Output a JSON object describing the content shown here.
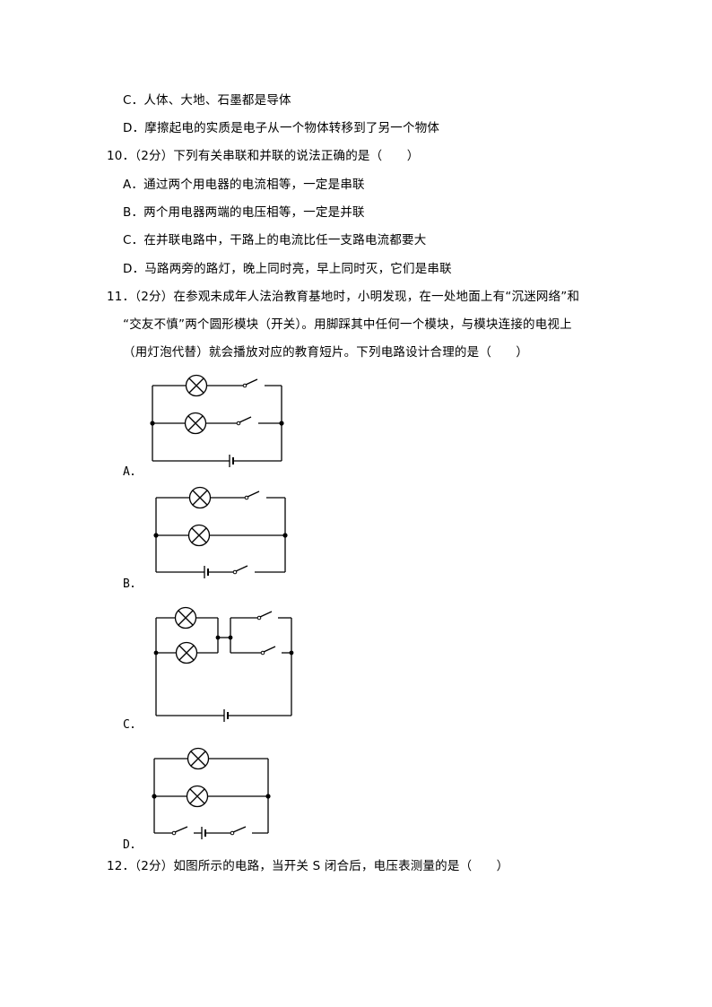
{
  "q9": {
    "options": [
      {
        "key": "C",
        "text": "C．人体、大地、石墨都是导体"
      },
      {
        "key": "D",
        "text": "D．摩擦起电的实质是电子从一个物体转移到了另一个物体"
      }
    ]
  },
  "q10": {
    "stem": "10．（2分）下列有关串联和并联的说法正确的是（　　）",
    "options": [
      {
        "key": "A",
        "text": "A．通过两个用电器的电流相等，一定是串联"
      },
      {
        "key": "B",
        "text": "B．两个用电器两端的电压相等，一定是并联"
      },
      {
        "key": "C",
        "text": "C．在并联电路中，干路上的电流比任一支路电流都要大"
      },
      {
        "key": "D",
        "text": "D．马路两旁的路灯，晚上同时亮，早上同时灭，它们是串联"
      }
    ]
  },
  "q11": {
    "stem_lines": [
      "11．（2分）在参观未成年人法治教育基地时，小明发现，在一处地面上有“沉迷网络”和",
      "“交友不慎”两个圆形模块（开关）。用脚踩其中任何一个模块，与模块连接的电视上",
      "（用灯泡代替）就会播放对应的教育短片。下列电路设计合理的是（　　）"
    ],
    "options": [
      {
        "key": "A",
        "label": "A．",
        "diagram": "two lamps in parallel, each branch with its own switch, battery in main line"
      },
      {
        "key": "B",
        "label": "B．",
        "diagram": "two lamps in parallel, switch on top branch only, battery and switch in main line"
      },
      {
        "key": "C",
        "label": "C．",
        "diagram": "two lamps in parallel connected in series with two parallel switches, battery in main line"
      },
      {
        "key": "D",
        "label": "D．",
        "diagram": "two lamps in parallel, two switches in series with battery in main line"
      }
    ]
  },
  "q12": {
    "stem": "12．（2分）如图所示的电路，当开关 S 闭合后，电压表测量的是（　　）"
  }
}
